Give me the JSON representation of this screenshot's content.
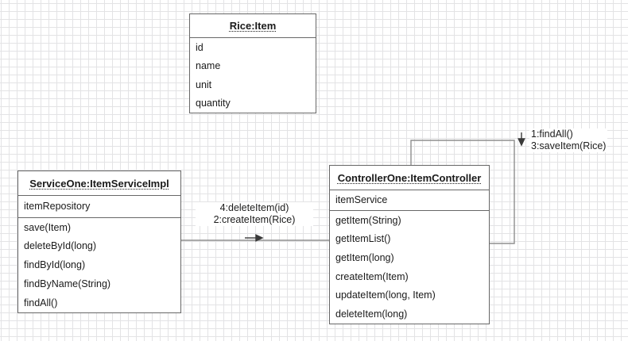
{
  "diagram": {
    "objects": {
      "rice": {
        "title": "Rice:Item",
        "attributes": [
          "id",
          "name",
          "unit",
          "quantity"
        ]
      },
      "service": {
        "title": "ServiceOne:ItemServiceImpl",
        "attributes": [
          "itemRepository"
        ],
        "methods": [
          "save(Item)",
          "deleteById(long)",
          "findById(long)",
          "findByName(String)",
          "findAll()"
        ]
      },
      "controller": {
        "title": "ControllerOne:ItemController",
        "attributes": [
          "itemService"
        ],
        "methods": [
          "getItem(String)",
          "getItemList()",
          "getItem(long)",
          "createItem(Item)",
          "updateItem(long, Item)",
          "deleteItem(long)"
        ]
      }
    },
    "edges": {
      "service_to_controller": {
        "labels": [
          "4:deleteItem(id)",
          "2:createItem(Rice)"
        ],
        "arrow_icon": "arrow-right"
      },
      "controller_self_loop": {
        "labels": [
          "1:findAll()",
          "3:saveItem(Rice)"
        ],
        "arrow_icon": "arrow-down"
      }
    },
    "colors": {
      "background": "#ffffff",
      "grid": "#e3e3e5",
      "box_border": "#676767",
      "connector": "#8f8f8f",
      "text": "#1a1a1a"
    }
  }
}
